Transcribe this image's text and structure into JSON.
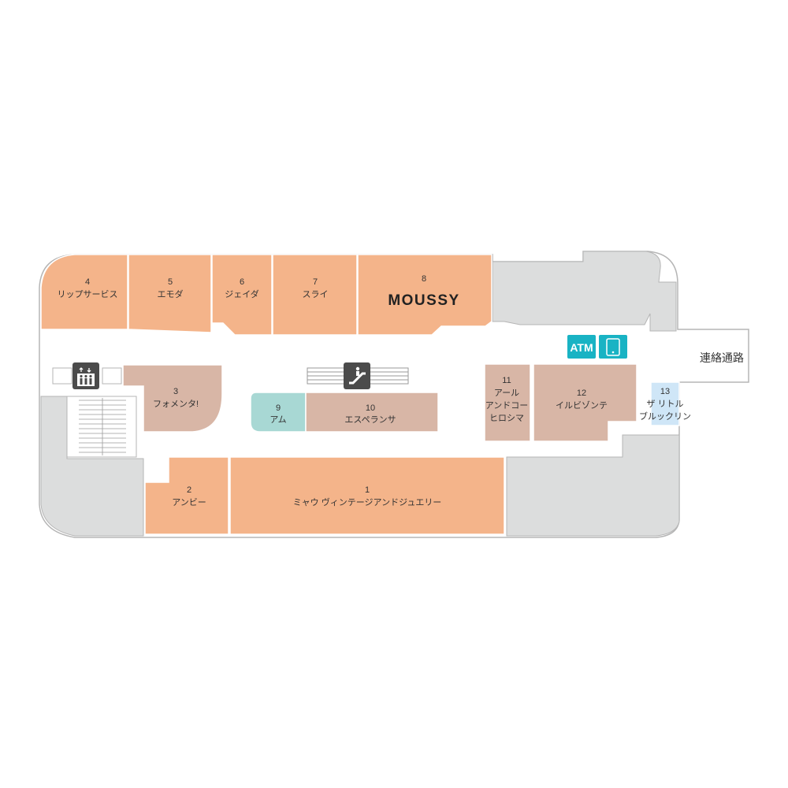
{
  "colors": {
    "shop_orange": "#f4b48a",
    "shop_brown": "#d8b6a6",
    "shop_teal": "#a8d8d4",
    "shop_blue": "#cfe6f7",
    "service_gray": "#dcdddd",
    "corridor": "#ffffff",
    "outline": "#b5b5b5",
    "icon_dark": "#4b4b4b",
    "icon_teal": "#19b3c4"
  },
  "stores": [
    {
      "id": "1",
      "name": "ミャウ ヴィンテージアンドジュエリー"
    },
    {
      "id": "2",
      "name": "アンビー"
    },
    {
      "id": "3",
      "name": "フォメンタ!"
    },
    {
      "id": "4",
      "name": "リップサービス"
    },
    {
      "id": "5",
      "name": "エモダ"
    },
    {
      "id": "6",
      "name": "ジェイダ"
    },
    {
      "id": "7",
      "name": "スライ"
    },
    {
      "id": "8",
      "name": "MOUSSY"
    },
    {
      "id": "9",
      "name": "アム"
    },
    {
      "id": "10",
      "name": "エスペランサ"
    },
    {
      "id": "11",
      "name_lines": [
        "アール",
        "アンドコー",
        "ヒロシマ"
      ]
    },
    {
      "id": "12",
      "name": "イルビゾンテ"
    },
    {
      "id": "13",
      "name_lines": [
        "ザ リトル",
        "ブルックリン"
      ]
    }
  ],
  "facilities": {
    "atm_label": "ATM",
    "connection_label": "連絡通路",
    "icons": [
      "elevator-icon",
      "escalator-icon",
      "atm-icon",
      "phone-charger-icon"
    ]
  }
}
